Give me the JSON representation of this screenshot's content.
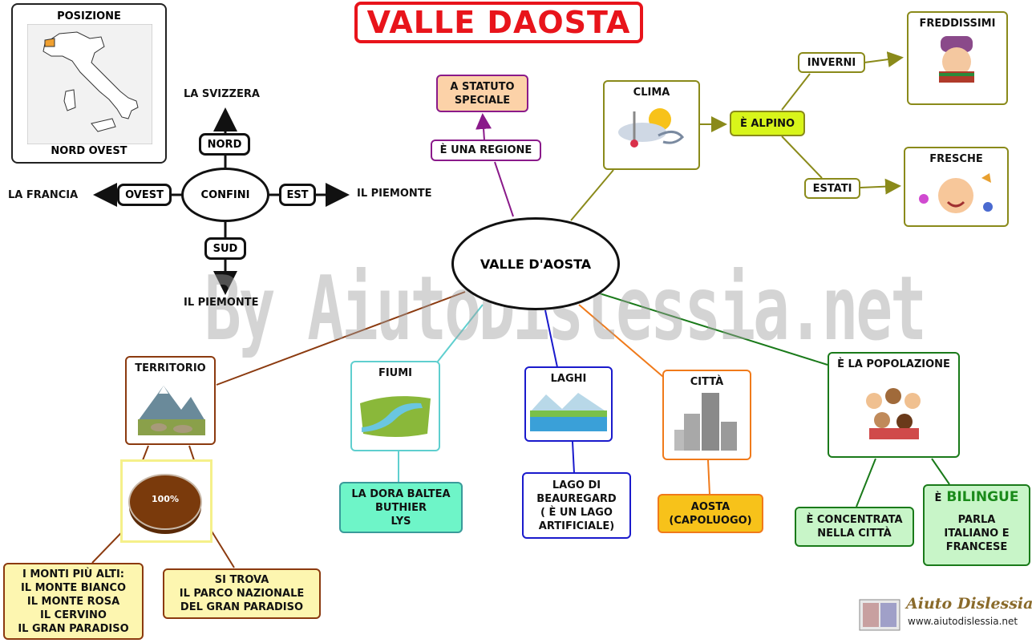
{
  "title": "VALLE DAOSTA",
  "watermark": "By AiutoDislessia.net",
  "center": "VALLE D'AOSTA",
  "posizione": {
    "title": "POSIZIONE",
    "caption": "NORD OVEST"
  },
  "confini": {
    "center": "CONFINI",
    "nord": "NORD",
    "sud": "SUD",
    "est": "EST",
    "ovest": "OVEST",
    "nord_dest": "LA SVIZZERA",
    "sud_dest": "IL PIEMONTE",
    "est_dest": "IL PIEMONTE",
    "ovest_dest": "LA FRANCIA"
  },
  "regione": {
    "label": "È UNA REGIONE",
    "statuto_line1": "A STATUTO",
    "statuto_line2": "SPECIALE"
  },
  "clima": {
    "title": "CLIMA",
    "alpino": "È ALPINO",
    "inverni": "INVERNI",
    "estati": "ESTATI",
    "freddissimi": "FREDDISSIMI",
    "fresche": "FRESCHE"
  },
  "territorio": {
    "title": "TERRITORIO",
    "pie_label": "100%",
    "monti": [
      "I MONTI PIÙ ALTI:",
      "IL MONTE BIANCO",
      "IL MONTE ROSA",
      "IL CERVINO",
      "IL GRAN PARADISO"
    ],
    "parco": [
      "SI TROVA",
      "IL PARCO NAZIONALE",
      "DEL GRAN PARADISO"
    ]
  },
  "fiumi": {
    "title": "FIUMI",
    "items": [
      "LA DORA BALTEA",
      "BUTHIER",
      "LYS"
    ]
  },
  "laghi": {
    "title": "LAGHI",
    "items": [
      "LAGO DI",
      "BEAUREGARD",
      "( È UN LAGO",
      "ARTIFICIALE)"
    ]
  },
  "citta": {
    "title": "CITTÀ",
    "items": [
      "AOSTA",
      "(CAPOLUOGO)"
    ]
  },
  "popolazione": {
    "title": "È LA POPOLAZIONE",
    "concentrata": [
      "È CONCENTRATA",
      "NELLA CITTÀ"
    ],
    "bilingue_prefix": "È",
    "bilingue_word": "BILINGUE",
    "parla": [
      "PARLA",
      "ITALIANO E",
      "FRANCESE"
    ]
  },
  "logo": {
    "name": "Aiuto Dislessia",
    "url": "www.aiutodislessia.net"
  },
  "colors": {
    "title_red": "#e8141b",
    "territorio": "#8b3a0f",
    "fiumi": "#5fcfcf",
    "laghi": "#1a1acc",
    "citta": "#f07a1a",
    "popolazione": "#1a7a1a",
    "clima": "#8a8a1a",
    "regione": "#8a1a8a"
  }
}
